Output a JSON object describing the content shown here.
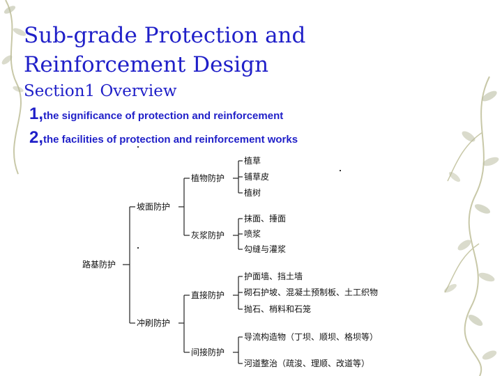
{
  "title_line1": "Sub-grade Protection and",
  "title_line2": "Reinforcement Design",
  "subtitle": "Section1  Overview",
  "points": [
    {
      "num": "1,",
      "text": "the significance of protection and reinforcement"
    },
    {
      "num": "2,",
      "text": "the facilities of protection and  reinforcement works"
    }
  ],
  "tree": {
    "root": "路基防护",
    "slope": {
      "label": "坡面防护",
      "plant": {
        "label": "植物防护",
        "items": [
          "植草",
          "铺草皮",
          "植树"
        ]
      },
      "mortar": {
        "label": "灰浆防护",
        "items": [
          "抹面、捶面",
          "喷浆",
          "勾缝与灌浆"
        ]
      }
    },
    "scour": {
      "label": "冲刷防护",
      "direct": {
        "label": "直接防护",
        "items": [
          "护面墙、挡土墙",
          "砌石护坡、混凝土预制板、土工织物",
          "抛石、梢料和石笼"
        ]
      },
      "indirect": {
        "label": "间接防护",
        "items": [
          "导流构造物（丁坝、顺坝、格坝等）",
          "河道整治（疏浚、理顺、改道等）"
        ]
      }
    }
  },
  "colors": {
    "text_blue": "#1f1fc8",
    "vine": "#c8c8a8",
    "leaf": "#b5b89a"
  }
}
